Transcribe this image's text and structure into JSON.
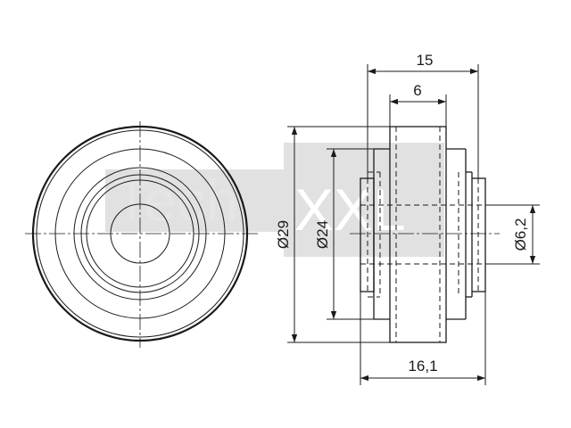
{
  "watermark": {
    "left_text": "Tech",
    "right_text": "XXL"
  },
  "dimensions": {
    "overall_width": "15",
    "hub_width": "6",
    "outer_diameter": "Ø29",
    "inner_diameter": "Ø24",
    "bore_diameter": "Ø6,2",
    "total_length": "16,1"
  }
}
